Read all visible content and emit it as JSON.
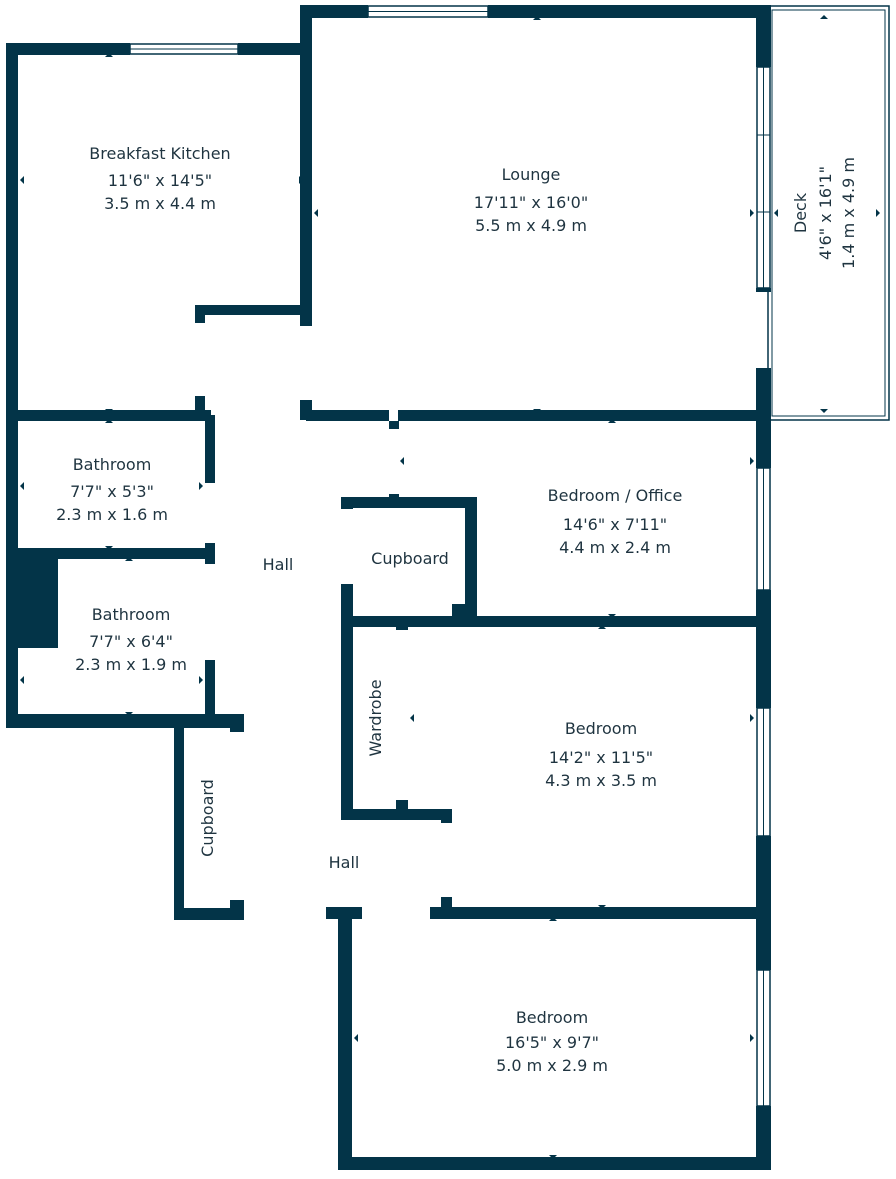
{
  "colors": {
    "wall": "#033448",
    "text": "#1f3440",
    "background": "#ffffff"
  },
  "rooms": [
    {
      "id": "breakfast-kitchen",
      "name": "Breakfast Kitchen",
      "imperial": "11'6\" x 14'5\"",
      "metric": "3.5 m x 4.4 m"
    },
    {
      "id": "lounge",
      "name": "Lounge",
      "imperial": "17'11\" x 16'0\"",
      "metric": "5.5 m x 4.9 m"
    },
    {
      "id": "deck",
      "name": "Deck",
      "imperial": "4'6\" x 16'1\"",
      "metric": "1.4 m x 4.9 m"
    },
    {
      "id": "bathroom-1",
      "name": "Bathroom",
      "imperial": "7'7\" x 5'3\"",
      "metric": "2.3 m x 1.6 m"
    },
    {
      "id": "bathroom-2",
      "name": "Bathroom",
      "imperial": "7'7\" x 6'4\"",
      "metric": "2.3 m x 1.9 m"
    },
    {
      "id": "bedroom-office",
      "name": "Bedroom / Office",
      "imperial": "14'6\" x 7'11\"",
      "metric": "4.4 m x 2.4 m"
    },
    {
      "id": "bedroom-1",
      "name": "Bedroom",
      "imperial": "14'2\" x 11'5\"",
      "metric": "4.3 m x 3.5 m"
    },
    {
      "id": "bedroom-2",
      "name": "Bedroom",
      "imperial": "16'5\" x 9'7\"",
      "metric": "5.0 m x 2.9 m"
    }
  ],
  "labels": {
    "hall_upper": "Hall",
    "hall_lower": "Hall",
    "cupboard_upper": "Cupboard",
    "cupboard_lower": "Cupboard",
    "wardrobe": "Wardrobe"
  }
}
